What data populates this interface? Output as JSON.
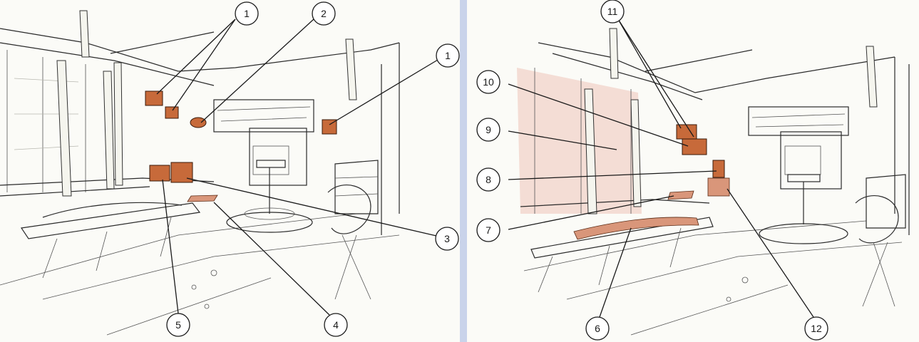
{
  "colors": {
    "background": "#c9d3ea",
    "sheet": "#fbfbf7",
    "component_highlight": "#c76a3a",
    "line_art": "#2a2a2a"
  },
  "left_panel": {
    "callouts": [
      "1",
      "2",
      "1",
      "3",
      "4",
      "5"
    ]
  },
  "right_panel": {
    "callouts": [
      "11",
      "10",
      "9",
      "8",
      "7",
      "6",
      "12"
    ]
  }
}
